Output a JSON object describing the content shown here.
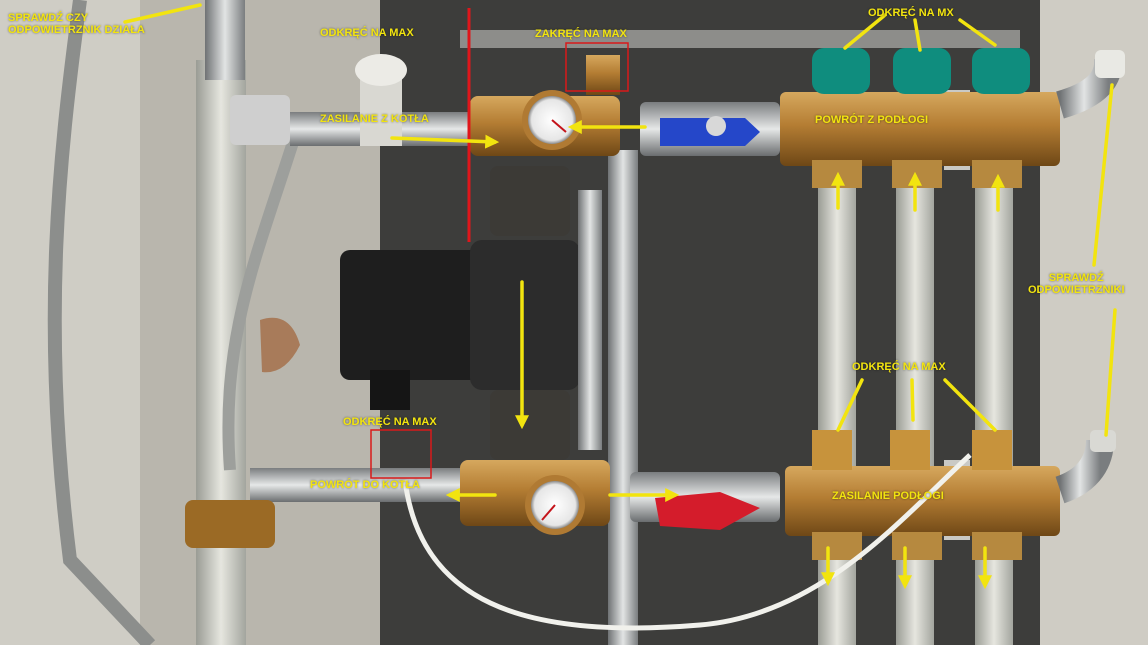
{
  "colors": {
    "annotation": "#f2e40f",
    "marker_line": "#e0161b",
    "marker_box": "#d91a1a",
    "manifold_brass": "#b07a33",
    "pump_body": "#2a2a2a",
    "valve_blue": "#2547c9",
    "valve_red": "#d41c2b",
    "valve_green": "#0f8d7e"
  },
  "annotations": {
    "check_vent_works": {
      "line1": "SPRAWDŹ CZY",
      "line2": "ODPOWIETRZNIK DZIAŁA"
    },
    "open_max_top_left": "ODKRĘĆ NA MAX",
    "close_max_top": "ZAKRĘĆ NA MAX",
    "open_mx_top_right": "ODKRĘĆ NA MX",
    "boiler_supply": "ZASILANIE Z KOTŁA",
    "floor_return": "POWRÓT Z PODŁOGI",
    "check_vents": {
      "line1": "SPRAWDŹ",
      "line2": "ODPOWIETRZNIKI"
    },
    "open_max_bottom_right": "ODKRĘĆ NA MAX",
    "open_max_bottom_left": "ODKRĘĆ NA MAX",
    "boiler_return": "POWRÓT DO KOTŁA",
    "floor_supply": "ZASILANIE PODŁOGI"
  }
}
